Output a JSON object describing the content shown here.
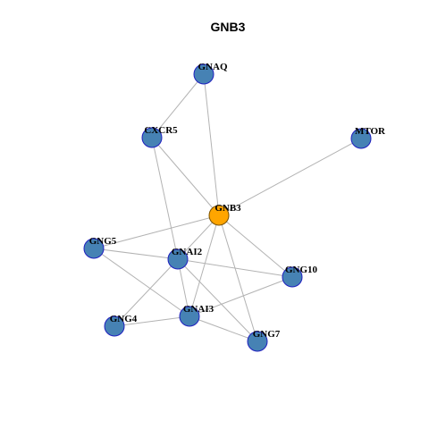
{
  "title": "GNB3",
  "colors": {
    "hub_fill": "#FFA500",
    "node_fill": "#4682B4",
    "node_border": "#1F1FBF",
    "edge": "#B3B3B3"
  },
  "nodes": [
    {
      "id": "GNAQ",
      "label": "GNAQ",
      "hub": false
    },
    {
      "id": "CXCR5",
      "label": "CXCR5",
      "hub": false
    },
    {
      "id": "MTOR",
      "label": "MTOR",
      "hub": false
    },
    {
      "id": "GNB3",
      "label": "GNB3",
      "hub": true
    },
    {
      "id": "GNG5",
      "label": "GNG5",
      "hub": false
    },
    {
      "id": "GNAI2",
      "label": "GNAI2",
      "hub": false
    },
    {
      "id": "GNG10",
      "label": "GNG10",
      "hub": false
    },
    {
      "id": "GNAI3",
      "label": "GNAI3",
      "hub": false
    },
    {
      "id": "GNG4",
      "label": "GNG4",
      "hub": false
    },
    {
      "id": "GNG7",
      "label": "GNG7",
      "hub": false
    }
  ],
  "edges": [
    [
      "GNAQ",
      "CXCR5"
    ],
    [
      "GNAQ",
      "GNB3"
    ],
    [
      "CXCR5",
      "GNB3"
    ],
    [
      "CXCR5",
      "GNAI2"
    ],
    [
      "MTOR",
      "GNB3"
    ],
    [
      "GNB3",
      "GNG5"
    ],
    [
      "GNB3",
      "GNAI2"
    ],
    [
      "GNB3",
      "GNG10"
    ],
    [
      "GNB3",
      "GNAI3"
    ],
    [
      "GNB3",
      "GNG7"
    ],
    [
      "GNG5",
      "GNAI2"
    ],
    [
      "GNG5",
      "GNAI3"
    ],
    [
      "GNAI2",
      "GNG10"
    ],
    [
      "GNAI2",
      "GNAI3"
    ],
    [
      "GNAI2",
      "GNG4"
    ],
    [
      "GNAI2",
      "GNG7"
    ],
    [
      "GNG10",
      "GNAI3"
    ],
    [
      "GNAI3",
      "GNG4"
    ],
    [
      "GNAI3",
      "GNG7"
    ]
  ]
}
